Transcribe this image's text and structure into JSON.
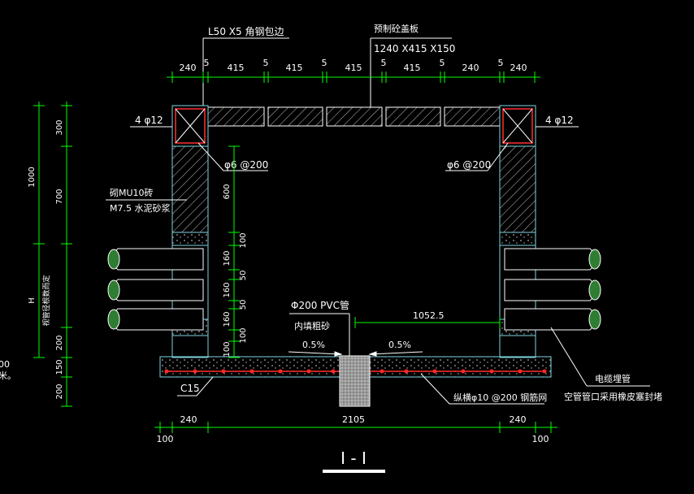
{
  "colors": {
    "background": "#000000",
    "dimension": "#00ff00",
    "outline": "#7fd4e0",
    "annotation": "#ffffff",
    "rebar": "#ff2a2a",
    "hatch": "#cfcfcf",
    "corner_box": "#ff3030"
  },
  "labels": {
    "angle_steel": "L50 X5 角钢包边",
    "precast_slab": "预制砼盖板",
    "slab_size": "1240 X415 X150",
    "rebar_left": "4 φ12",
    "rebar_right": "4 φ12",
    "stirrup_left": "φ6 @200",
    "stirrup_right": "φ6 @200",
    "brick_1": "砌MU10砖",
    "brick_2": "M7.5 水泥砂浆",
    "pvc_pipe": "Φ200 PVC管",
    "pvc_fill": "内填粗砂",
    "slope_left": "0.5%",
    "slope_right": "0.5%",
    "half_width": "1052.5",
    "concrete": "C15",
    "mesh": "纵横φ10 @200 钢筋网",
    "cable_pipe": "电缆埋管",
    "empty_pipe": "空管管口采用橡皮塞封堵",
    "section_title": "I - I",
    "left_vert_top": "1000",
    "left_vert_mid": "视管径根数而定",
    "left_vert_h": "H",
    "edge_1": "00",
    "edge_2": "米。"
  },
  "dims": {
    "top_row": [
      "240",
      "5",
      "415",
      "5",
      "415",
      "5",
      "415",
      "5",
      "415",
      "5",
      "240"
    ],
    "bottom_row": [
      "240",
      "2105",
      "240"
    ],
    "bottom_outer": [
      "100",
      "100"
    ],
    "left_col": [
      "300",
      "700",
      "200",
      "150",
      "200"
    ],
    "inner_col": [
      "600",
      "100",
      "160",
      "50",
      "160",
      "50",
      "160",
      "100",
      "100"
    ]
  }
}
